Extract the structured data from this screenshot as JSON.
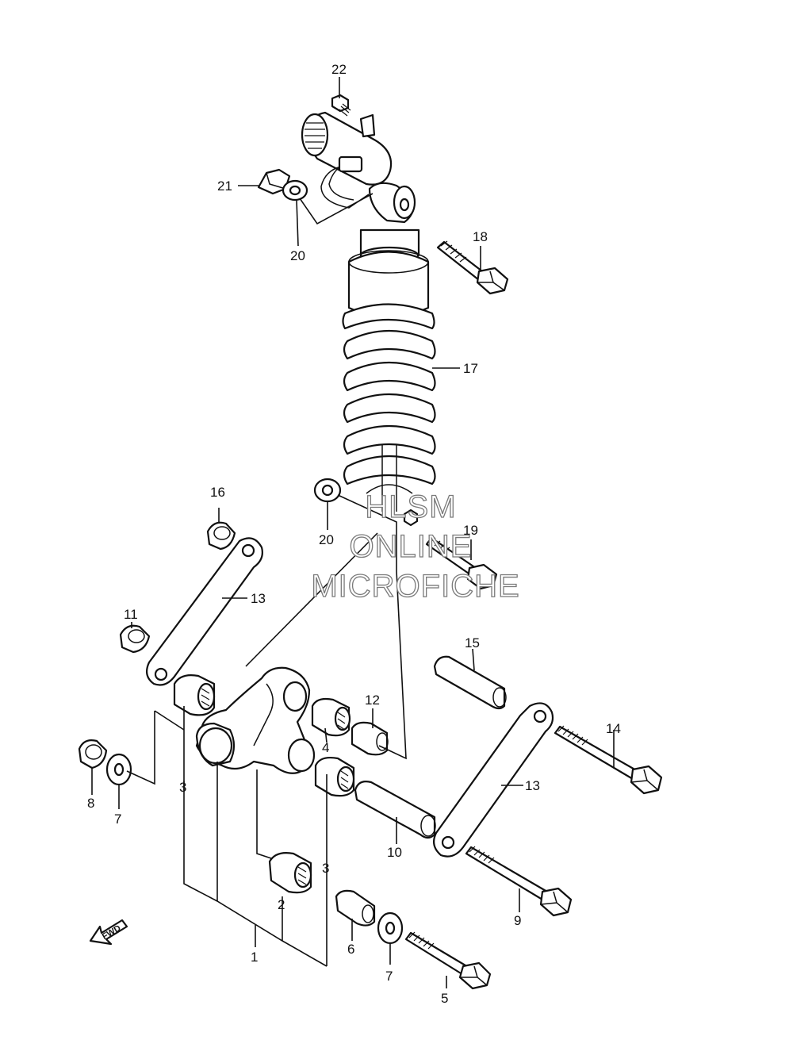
{
  "callouts": {
    "c1": "1",
    "c2": "2",
    "c3a": "3",
    "c3b": "3",
    "c4": "4",
    "c5": "5",
    "c6": "6",
    "c7a": "7",
    "c7b": "7",
    "c8": "8",
    "c9": "9",
    "c10": "10",
    "c11": "11",
    "c12": "12",
    "c13a": "13",
    "c13b": "13",
    "c14": "14",
    "c15": "15",
    "c16": "16",
    "c17": "17",
    "c18": "18",
    "c19": "19",
    "c20a": "20",
    "c20b": "20",
    "c21": "21",
    "c22": "22"
  },
  "watermark": {
    "line1": "HLSM",
    "line2": "ONLINE",
    "line3": "MICROFICHE"
  },
  "fwd_label": "FWD"
}
